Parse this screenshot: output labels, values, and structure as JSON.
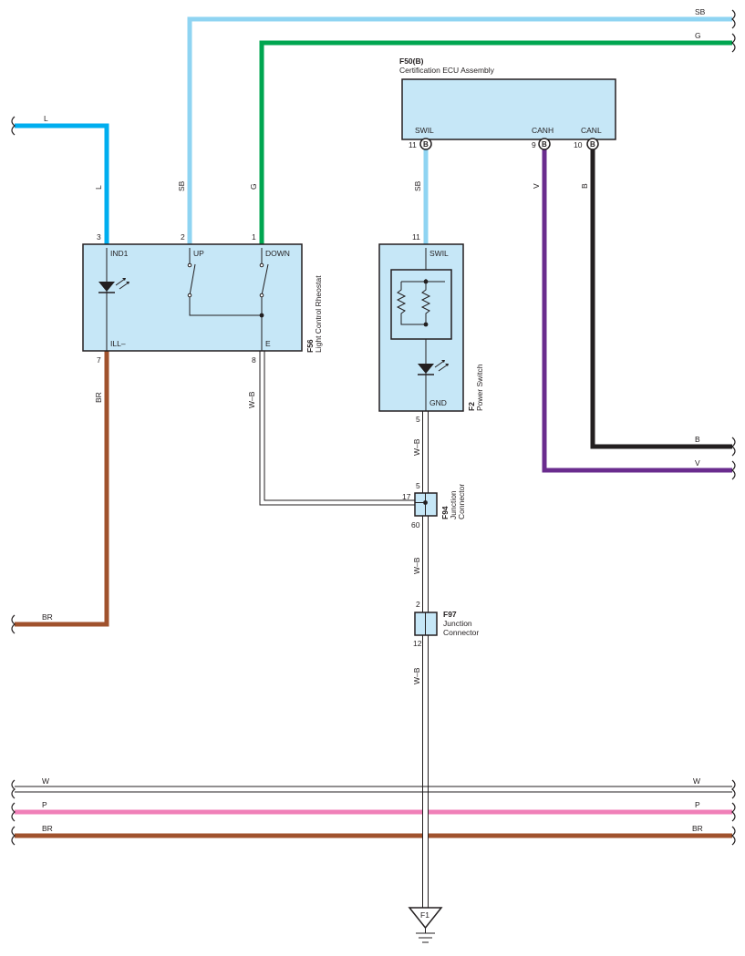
{
  "colors": {
    "SB": "#8fd4f2",
    "G": "#00a650",
    "L": "#00aeef",
    "BR": "#a0522d",
    "V": "#6a2c8e",
    "B": "#231f20",
    "P": "#f080b8",
    "W": "#ffffff",
    "box_fill": "#c6e7f7"
  },
  "wire_labels": {
    "sb_top": "SB",
    "g_top": "G",
    "l_left": "L",
    "l_vert": "L",
    "sb_vert": "SB",
    "g_vert": "G",
    "sb_swil": "SB",
    "v_vert": "V",
    "b_vert": "B",
    "b_right": "B",
    "v_right": "V",
    "br_vert": "BR",
    "wb_rheo": "W–B",
    "wb_f2": "W–B",
    "wb_f94": "W–B",
    "wb_f97": "W–B",
    "br_left": "BR",
    "w_left": "W",
    "w_right": "W",
    "p_left": "P",
    "p_right": "P",
    "brb_left": "BR",
    "brb_right": "BR"
  },
  "ecu": {
    "code": "F50(B)",
    "name": "Certification ECU Assembly",
    "pin_swil": "SWIL",
    "pin_canh": "CANH",
    "pin_canl": "CANL",
    "num_swil": "11",
    "num_canh": "9",
    "num_canl": "10",
    "conn": "B"
  },
  "rheostat": {
    "code": "F56",
    "name": "Light Control Rheostat",
    "pin_ind1": "IND1",
    "pin_up": "UP",
    "pin_down": "DOWN",
    "pin_ill": "ILL–",
    "pin_e": "E",
    "num_3": "3",
    "num_2": "2",
    "num_1": "1",
    "num_7": "7",
    "num_8": "8"
  },
  "power_switch": {
    "code": "F2",
    "name": "Power Switch",
    "pin_swil": "SWIL",
    "pin_gnd": "GND",
    "num_11": "11",
    "num_5": "5"
  },
  "f94": {
    "code": "F94",
    "name1": "Junction",
    "name2": "Connector",
    "num_5": "5",
    "num_17": "17",
    "num_60": "60"
  },
  "f97": {
    "code": "F97",
    "name1": "Junction",
    "name2": "Connector",
    "num_2": "2",
    "num_12": "12"
  },
  "ground": {
    "label": "F1"
  }
}
